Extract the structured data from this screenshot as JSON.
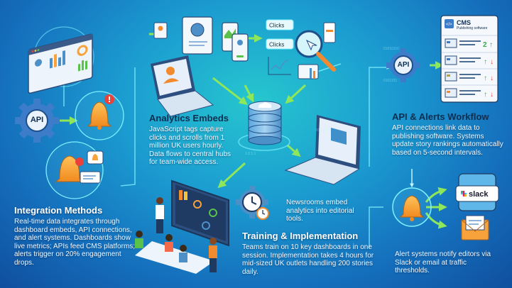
{
  "sections": {
    "integration": {
      "title": "Integration Methods",
      "description": "Real-time data integrates through dashboard embeds, API connections, and alert systems. Dashboards show live metrics; APIs feed CMS platforms; alerts trigger on 20% engagement drops."
    },
    "analytics": {
      "title": "Analytics Embeds",
      "description": "JavaScript tags capture clicks and scrolls from 1 million UK users hourly. Data flows to central hubs for team-wide access."
    },
    "api_alerts": {
      "title": "API & Alerts Workflow",
      "description": "API connections link data to publishing software. Systems update story rankings automatically based on 5-second intervals."
    },
    "newsroom": {
      "description": "Newsrooms embed analytics into editorial tools."
    },
    "training": {
      "title": "Training & Implementation",
      "description": "Teams train on 10 key dashboards in one session. Implementation takes 4 hours for mid-sized UK outlets handling 200 stories daily."
    },
    "alerts_notify": {
      "description": "Alert systems notify editors via Slack or email at traffic thresholds."
    }
  },
  "illustrations": {
    "api_gear_left": {
      "label": "API",
      "icon": "gear-icon"
    },
    "api_gear_right": {
      "label": "API",
      "icon": "gear-icon"
    },
    "clicks_chip_1": "Clicks",
    "clicks_chip_2": "Clicks",
    "cms_panel": {
      "title": "CMS",
      "subtitle": "Publishing software",
      "rows": [
        {
          "indicator": "2",
          "trend": "up"
        },
        {
          "indicator": "",
          "trend": "up-down"
        },
        {
          "indicator": "",
          "trend": "up-down"
        },
        {
          "indicator": "",
          "trend": "up-down"
        }
      ]
    },
    "slack_label": "slack",
    "icons": [
      "dashboard-icon",
      "bell-alert-icon",
      "bell-chat-icon",
      "laptop-icon",
      "profile-card-icon",
      "mobile-icon",
      "magnifier-icon",
      "database-cloud-icon",
      "clock-gear-icon",
      "monitor-dashboard-icon",
      "slack-icon",
      "email-icon"
    ]
  },
  "colors": {
    "bg_center": "#26c6cf",
    "bg_mid": "#1b9bd0",
    "bg_edge": "#0f4f9e",
    "arrow_green": "#8ee65a",
    "bell_orange": "#f7a23a",
    "alert_red": "#e8423a",
    "line_cyan": "#7ff0ff"
  }
}
